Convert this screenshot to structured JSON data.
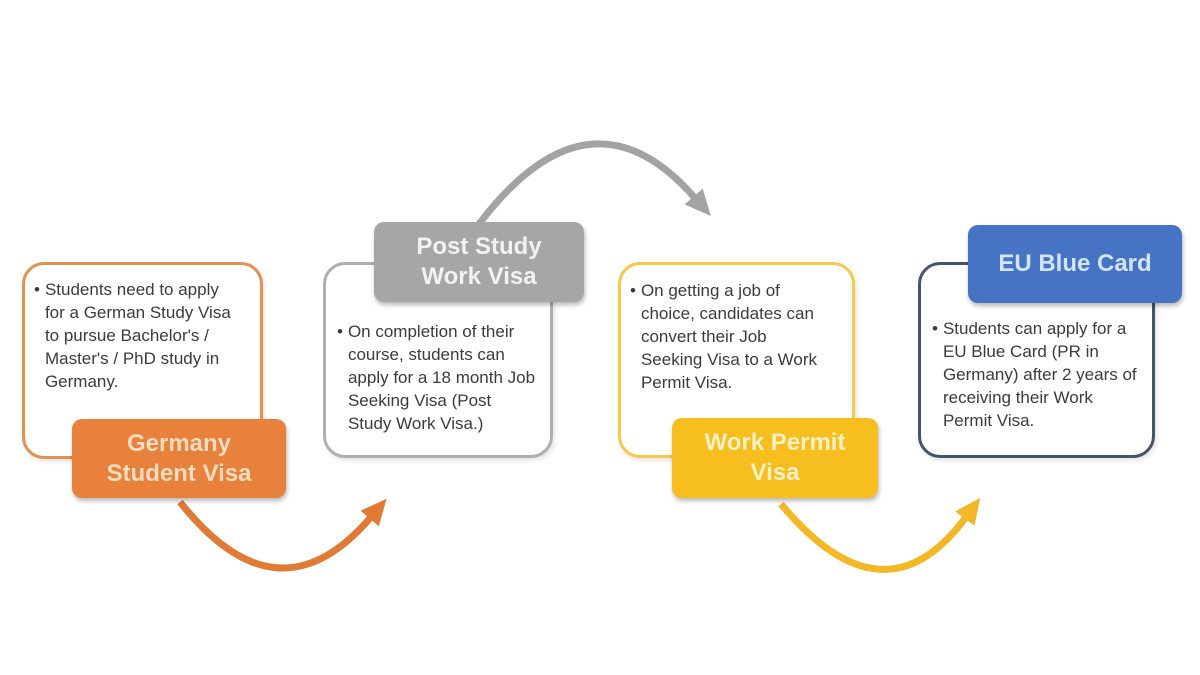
{
  "bullet_marker": "•",
  "theme": {
    "background": "#ffffff",
    "body_text": "#3b3b3b"
  },
  "groups": [
    {
      "name": "germany-student-visa",
      "label": "Germany\nStudent Visa",
      "description": "Students need to apply for a German Study Visa to pursue Bachelor's / Master's / PhD study in Germany.",
      "colors": {
        "fill": "#E8813C",
        "border": "#E2914F",
        "label_text": "#F8DCBD"
      }
    },
    {
      "name": "post-study-work-visa",
      "label": "Post Study\nWork Visa",
      "description": "On completion of their course, students can apply for a 18 month Job Seeking Visa (Post Study Work Visa.)",
      "colors": {
        "fill": "#A6A6A6",
        "border": "#AFAFAF",
        "label_text": "#F2F2F2"
      }
    },
    {
      "name": "work-permit-visa",
      "label": "Work Permit\nVisa",
      "description": "On getting a job of choice, candidates can convert their Job Seeking Visa to a Work Permit Visa.",
      "colors": {
        "fill": "#F6BE1E",
        "border": "#F7C84A",
        "label_text": "#FBF0C4"
      }
    },
    {
      "name": "eu-blue-card",
      "label": "EU Blue Card",
      "description": "Students can apply for a EU Blue Card (PR in Germany) after 2 years of receiving their Work Permit Visa.",
      "colors": {
        "fill": "#4673C4",
        "border": "#44546A",
        "label_text": "#D2E4F8"
      }
    }
  ],
  "arrows": [
    {
      "name": "student-visa-to-post-study",
      "color": "#E07A35"
    },
    {
      "name": "post-study-to-work-permit",
      "color": "#A3A3A3"
    },
    {
      "name": "work-permit-to-eu-blue-card",
      "color": "#F2B826"
    }
  ]
}
